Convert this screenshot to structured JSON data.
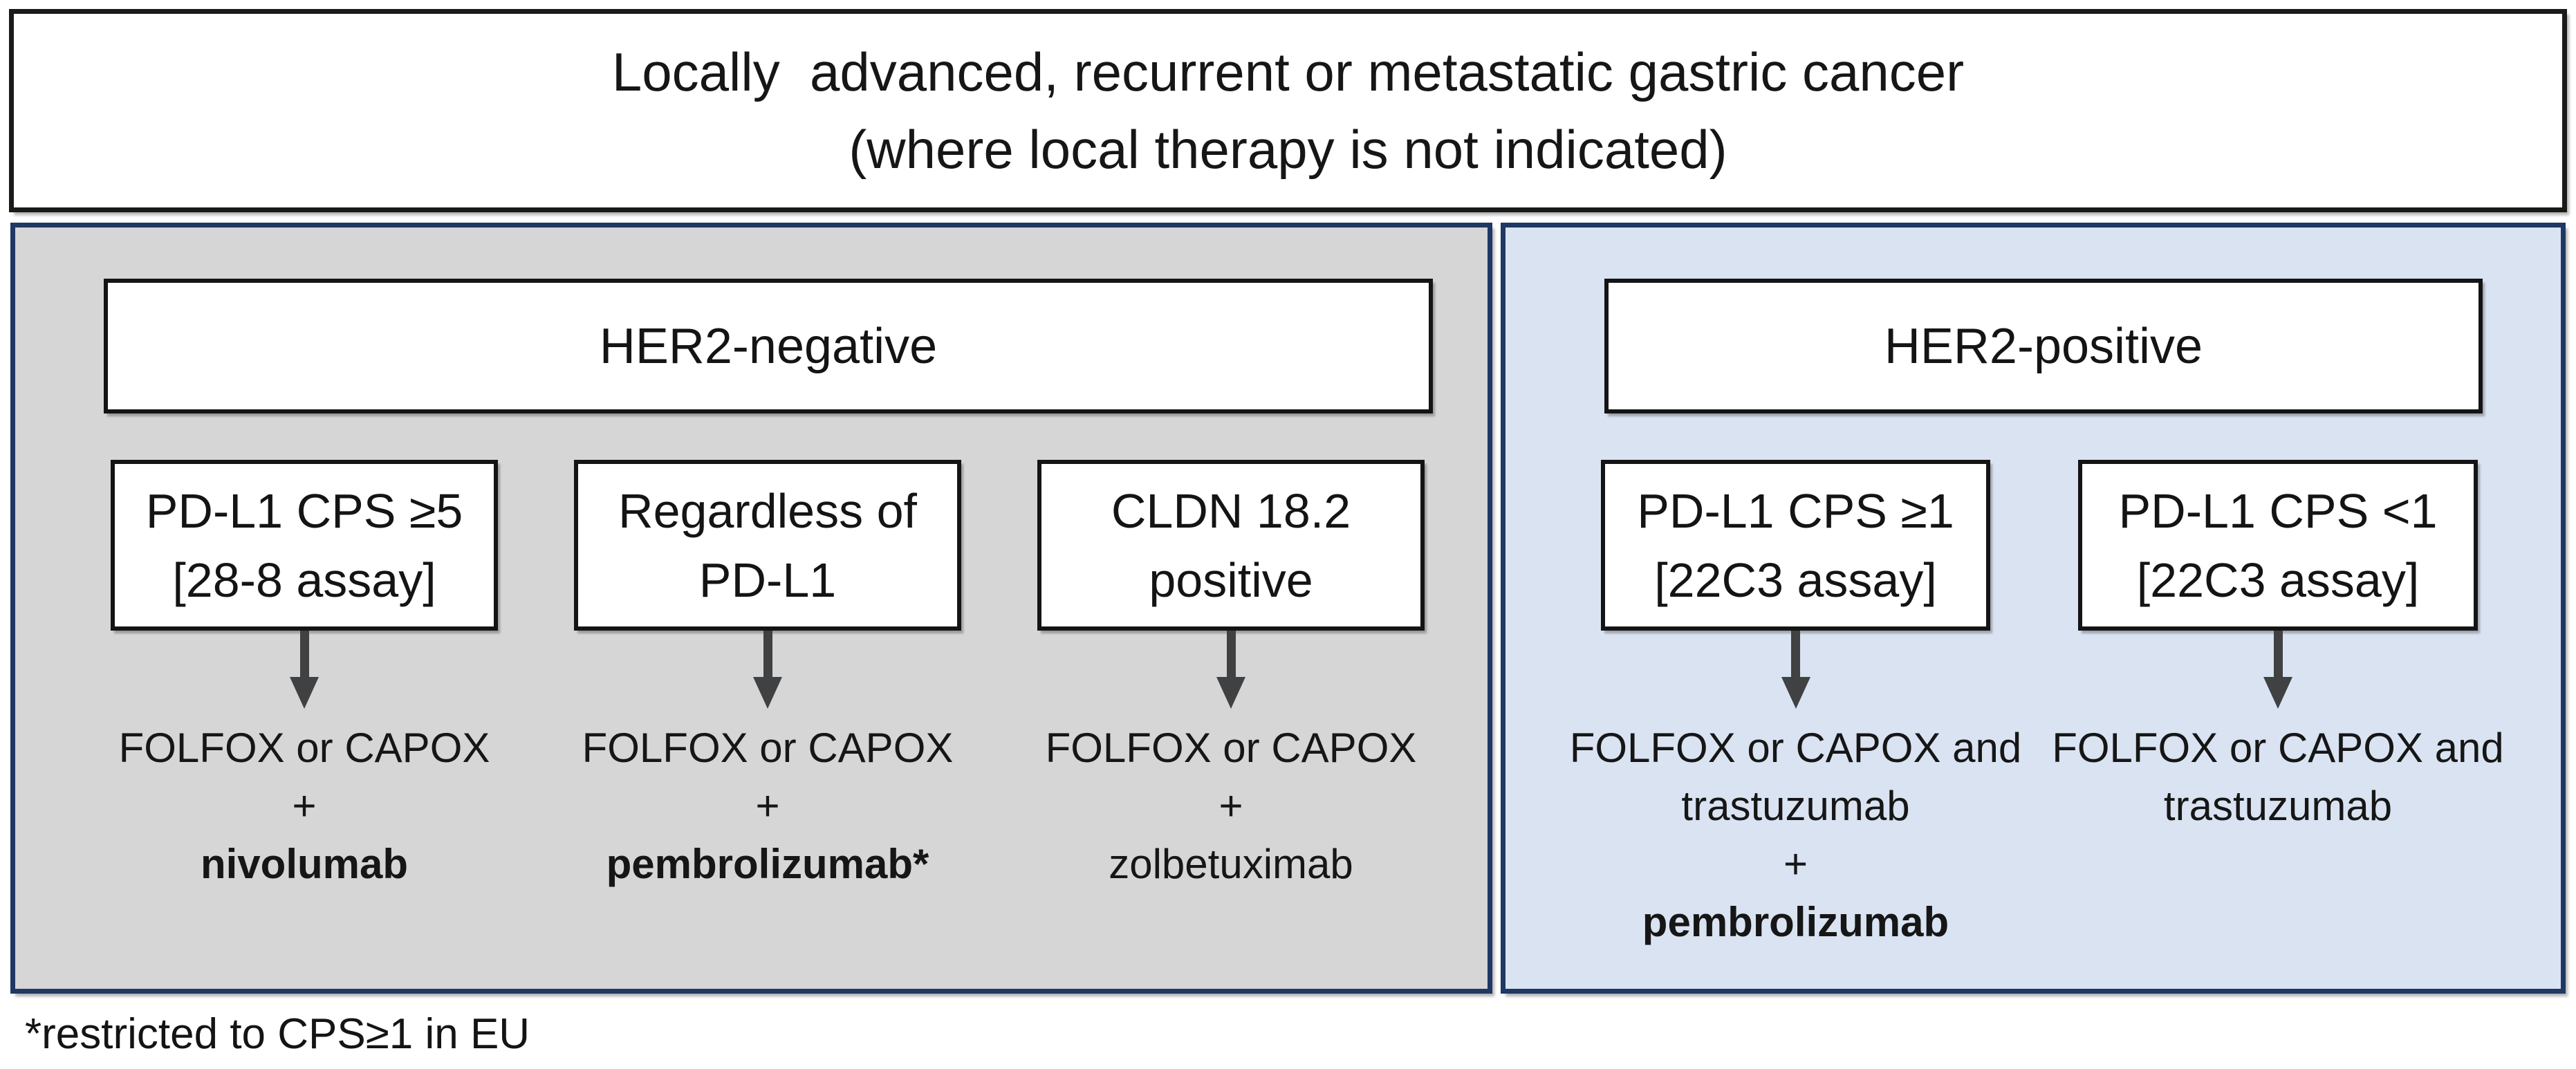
{
  "title": {
    "line1": "Locally  advanced, recurrent or metastatic gastric cancer",
    "line2": "(where local therapy is not indicated)"
  },
  "left_panel": {
    "header": "HER2-negative",
    "columns": [
      {
        "box": [
          "PD-L1 CPS ≥5",
          "[28-8 assay]"
        ],
        "treatment": [
          "FOLFOX or CAPOX",
          "+",
          "nivolumab"
        ]
      },
      {
        "box": [
          "Regardless of",
          "PD-L1"
        ],
        "treatment": [
          "FOLFOX or CAPOX",
          "+",
          "pembrolizumab*"
        ]
      },
      {
        "box": [
          "CLDN 18.2",
          "positive"
        ],
        "treatment": [
          "FOLFOX or CAPOX",
          "+",
          "zolbetuximab"
        ]
      }
    ]
  },
  "right_panel": {
    "header": "HER2-positive",
    "columns": [
      {
        "box": [
          "PD-L1 CPS ≥1",
          "[22C3 assay]"
        ],
        "treatment": [
          "FOLFOX or CAPOX and",
          "trastuzumab",
          "+",
          "pembrolizumab"
        ]
      },
      {
        "box": [
          "PD-L1 CPS <1",
          "[22C3 assay]"
        ],
        "treatment": [
          "FOLFOX or CAPOX and",
          "trastuzumab"
        ]
      }
    ]
  },
  "footnote": "*restricted to CPS≥1 in EU",
  "colors": {
    "panel_border": "#1f3864",
    "left_panel_bg": "#d6d6d6",
    "right_panel_bg": "#dae3f2",
    "box_border": "#141414",
    "arrow": "#3f4142",
    "text": "#141414"
  }
}
